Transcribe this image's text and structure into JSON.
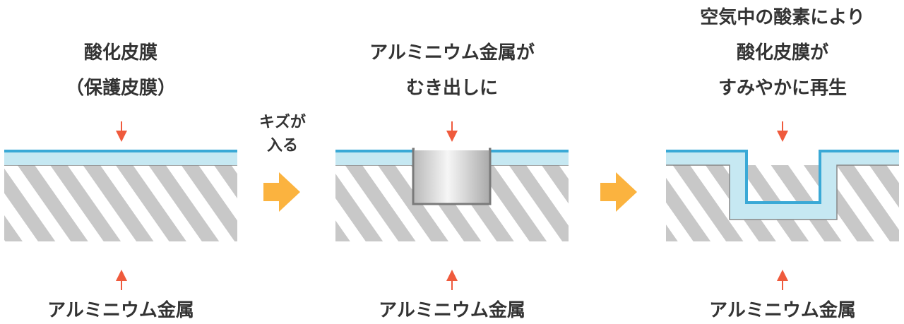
{
  "panels": [
    {
      "top_lines": [
        "酸化皮膜",
        "（保護皮膜）"
      ],
      "bottom_label": "アルミニウム金属"
    },
    {
      "top_lines": [
        "アルミニウム金属が",
        "むき出しに"
      ],
      "bottom_label": "アルミニウム金属"
    },
    {
      "top_lines": [
        "空気中の酸素により",
        "酸化皮膜が",
        "すみやかに再生"
      ],
      "bottom_label": "アルミニウム金属"
    }
  ],
  "transition_label": [
    "キズが",
    "入る"
  ],
  "colors": {
    "film_line": "#3aa9d6",
    "film_fill": "#c6e8f2",
    "hatch": "#c8c8c8",
    "pointer": "#ef5a3c",
    "step_arrow": "#fbb33f"
  }
}
